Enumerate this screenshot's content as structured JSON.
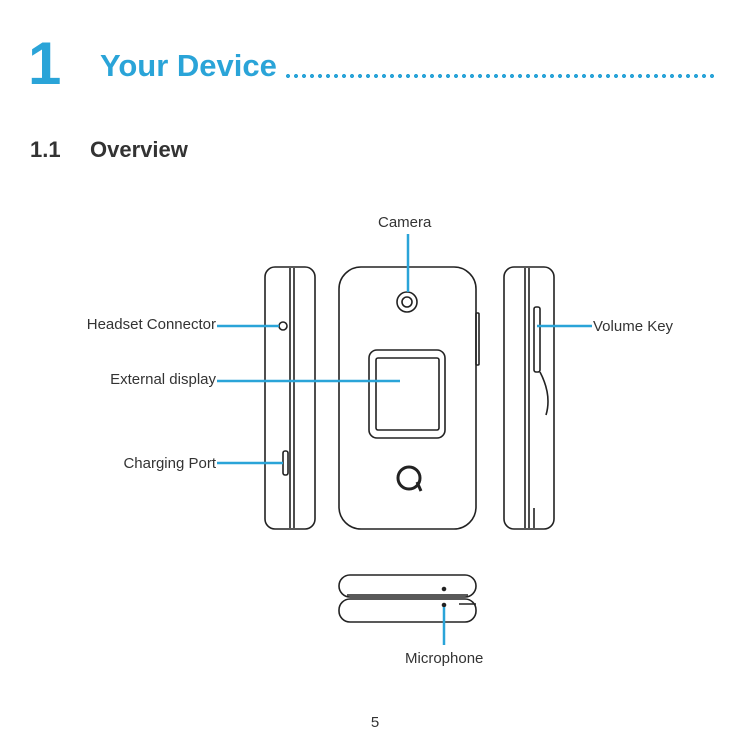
{
  "chapter": {
    "number": "1",
    "title": "Your Device"
  },
  "section": {
    "number": "1.1",
    "title": "Overview"
  },
  "labels": {
    "camera": "Camera",
    "headset_connector": "Headset Connector",
    "external_display": "External display",
    "charging_port": "Charging Port",
    "volume_key": "Volume Key",
    "microphone": "Microphone"
  },
  "page_number": "5",
  "colors": {
    "accent": "#2aa4d8",
    "line": "#2aa4d8",
    "outline": "#222222"
  },
  "icons": {
    "brand_logo": "alcatel-logo-icon"
  }
}
